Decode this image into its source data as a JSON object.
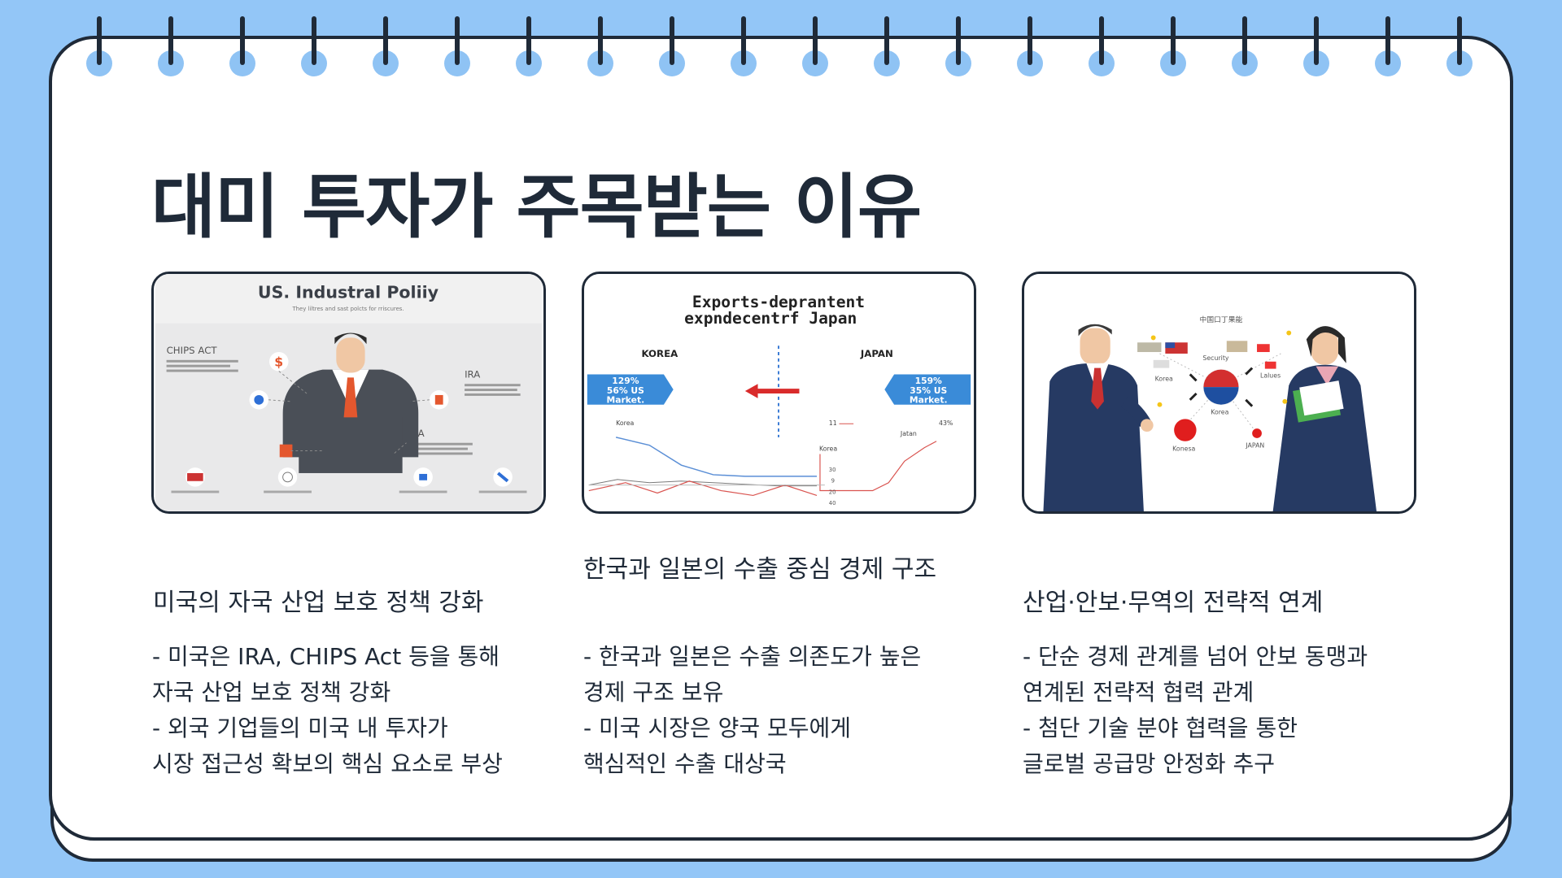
{
  "slide": {
    "title": "대미 투자가 주목받는 이유",
    "colors": {
      "background": "#93c6f7",
      "ink": "#1f2a38",
      "ring": "#8fc3f4"
    }
  },
  "columns": [
    {
      "image": {
        "heading": "US. Industral Poliiy",
        "subheading": "They liltres and sast polcts for rriscures.",
        "labels": [
          "CHIPS ACT",
          "IRA",
          "IRA"
        ]
      },
      "heading": "미국의 자국 산업 보호 정책 강화",
      "body": [
        "- 미국은 IRA, CHIPS Act 등을 통해",
        "자국 산업 보호 정책 강화",
        "- 외국 기업들의 미국 내 투자가",
        "시장 접근성 확보의 핵심 요소로 부상"
      ]
    },
    {
      "image": {
        "heading_line1": "Exports-deprantent",
        "heading_line2": "expndecentrf Japan",
        "left_label": "KOREA",
        "right_label": "JAPAN",
        "left_box": [
          "129%",
          "56% US",
          "Market."
        ],
        "right_box": [
          "159%",
          "35% US",
          "Market."
        ],
        "korea_small": "Korea",
        "japan_small": "Jatan",
        "korea_line": "Korea",
        "right_top": "11",
        "right_pct": "43%"
      },
      "heading": "한국과 일본의 수출 중심 경제 구조",
      "body": [
        "- 한국과 일본은 수출 의존도가 높은",
        "경제 구조 보유",
        "- 미국 시장은 양국 모두에게",
        "핵심적인 수출 대상국"
      ]
    },
    {
      "image": {
        "top_text": "中国口丁果能",
        "labels": [
          "Security",
          "Korea",
          "Lalues",
          "Korea",
          "Konesa",
          "JAPAN"
        ]
      },
      "heading": "산업·안보·무역의 전략적 연계",
      "body": [
        "- 단순 경제 관계를 넘어 안보 동맹과",
        "연계된 전략적 협력 관계",
        "- 첨단 기술 분야 협력을 통한",
        "글로벌 공급망 안정화 추구"
      ]
    }
  ]
}
